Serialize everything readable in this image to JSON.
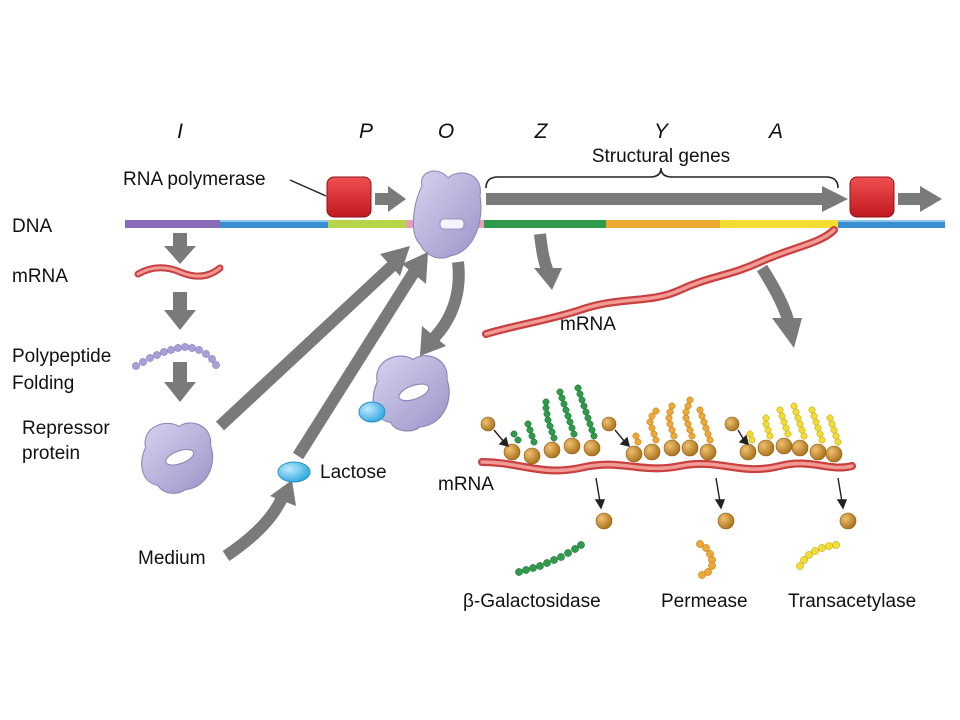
{
  "genes": {
    "i": "I",
    "p": "P",
    "o": "O",
    "z": "Z",
    "y": "Y",
    "a": "A"
  },
  "labels": {
    "structural_genes": "Structural genes",
    "rna_polymerase": "RNA polymerase",
    "dna": "DNA",
    "mrna_left": "mRNA",
    "polypeptide": "Polypeptide",
    "folding": "Folding",
    "repressor_line1": "Repressor",
    "repressor_line2": "protein",
    "lactose": "Lactose",
    "medium": "Medium",
    "mrna_transcript": "mRNA",
    "mrna_translation": "mRNA"
  },
  "products": [
    "β-Galactosidase",
    "Permease",
    "Transacetylase"
  ],
  "colors": {
    "dna_blue": "#3a8fd0",
    "i_gene": "#8a6bb8",
    "p_region": "#b8d44a",
    "z_gene": "#2e9a4a",
    "y_gene": "#f0a835",
    "a_gene": "#f4dc30",
    "rna_polymerase": "#e0303a",
    "repressor": "#b6b2dc",
    "lactose": "#5cc6f0",
    "mrna": "#e45a58",
    "ribosome": "#c8902c",
    "arrow": "#7a7a7a"
  }
}
